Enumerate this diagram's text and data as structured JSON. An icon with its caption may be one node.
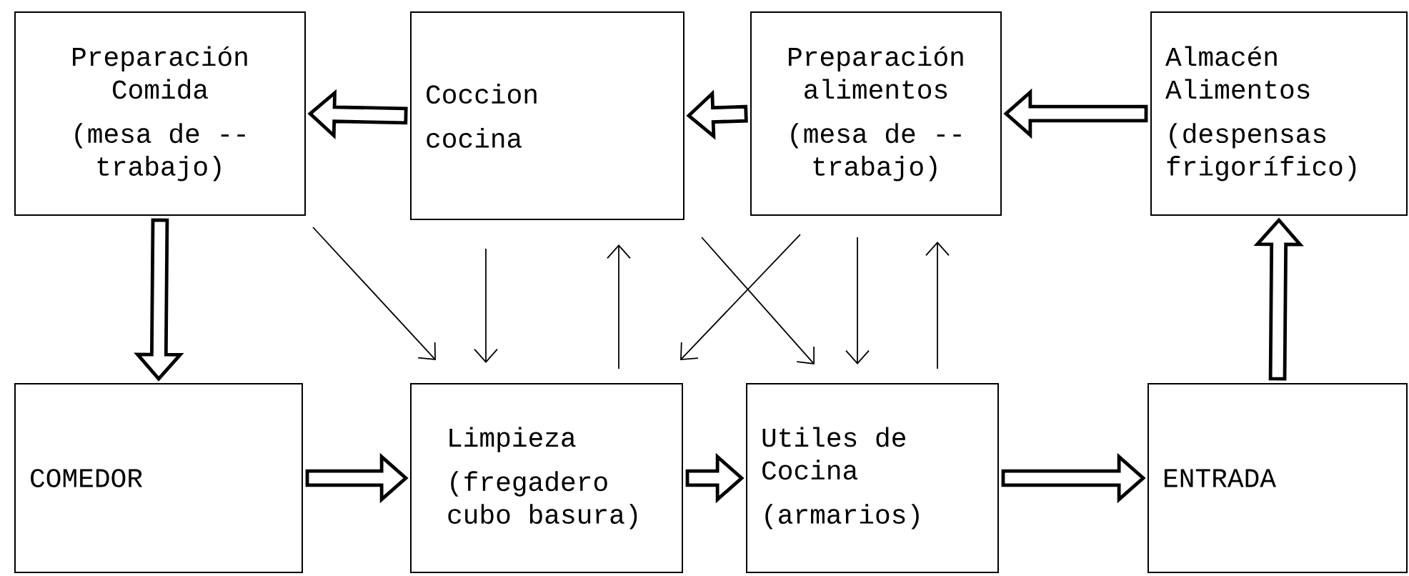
{
  "diagram": {
    "nodes": [
      {
        "text": [
          "Preparación Comida",
          "(mesa de -- trabajo)"
        ]
      },
      {
        "text": [
          "Coccion",
          "cocina"
        ]
      },
      {
        "text": [
          "Preparación alimentos",
          "(mesa de -- trabajo)"
        ]
      },
      {
        "text": [
          "Almacén Alimentos",
          "(despensas frigorífico)"
        ]
      },
      {
        "text": [
          "COMEDOR"
        ]
      },
      {
        "text": [
          "Limpieza",
          "(fregadero cubo basura)"
        ]
      },
      {
        "text": [
          "Utiles de Cocina",
          "(armarios)"
        ]
      },
      {
        "text": [
          "ENTRADA"
        ]
      }
    ],
    "edges": [
      {
        "from": 3,
        "to": 2,
        "arrow": "to",
        "style": "thick"
      },
      {
        "from": 2,
        "to": 1,
        "arrow": "to",
        "style": "thick"
      },
      {
        "from": 1,
        "to": 0,
        "arrow": "to",
        "style": "thick"
      },
      {
        "from": 0,
        "to": 4,
        "arrow": "to",
        "style": "thick"
      },
      {
        "from": 4,
        "to": 5,
        "arrow": "to",
        "style": "thick"
      },
      {
        "from": 5,
        "to": 6,
        "arrow": "to",
        "style": "thick"
      },
      {
        "from": 6,
        "to": 7,
        "arrow": "to",
        "style": "thick"
      },
      {
        "from": 7,
        "to": 3,
        "arrow": "to",
        "style": "thick"
      },
      {
        "from": 0,
        "to": 5,
        "arrow": "to"
      },
      {
        "from": 1,
        "to": 5,
        "arrow": "to"
      },
      {
        "from": 5,
        "to": 1,
        "arrow": "to"
      },
      {
        "from": 1,
        "to": 6,
        "arrow": "to"
      },
      {
        "from": 2,
        "to": 5,
        "arrow": "to"
      },
      {
        "from": 2,
        "to": 6,
        "arrow": "to"
      },
      {
        "from": 6,
        "to": 2,
        "arrow": "to"
      }
    ]
  }
}
